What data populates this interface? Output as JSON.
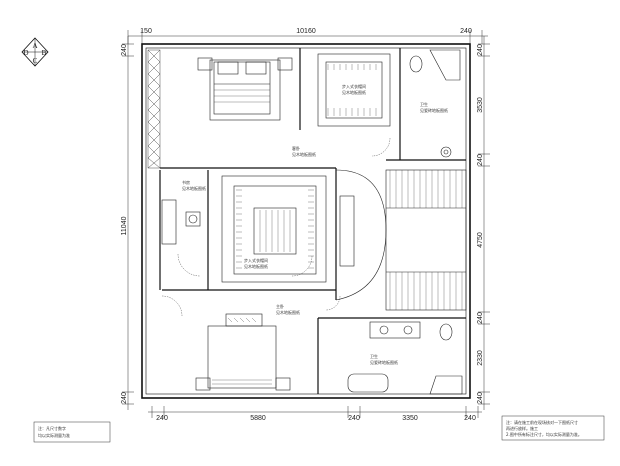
{
  "compass": {
    "top": "A",
    "left": "D",
    "right": "B",
    "bottom": "C"
  },
  "dims": {
    "top": [
      "150",
      "10160",
      "240"
    ],
    "bottom": [
      "240",
      "5880",
      "240",
      "3350",
      "240"
    ],
    "left": [
      "240",
      "11040",
      "240"
    ],
    "right": [
      "240",
      "3530",
      "240",
      "4750",
      "240",
      "2330",
      "240"
    ]
  },
  "rooms": {
    "bedroom1": {
      "name": "客卧",
      "sub": "见木地板图纸"
    },
    "wardrobe1": {
      "name": "步入式衣帽间",
      "sub": "见木地板图纸"
    },
    "bath1": {
      "name": "卫生",
      "sub": "见瓷砖地板图纸"
    },
    "study": {
      "name": "书房",
      "sub": "见木地板图纸"
    },
    "wardrobe2": {
      "name": "步入式衣帽间",
      "sub": "见木地板图纸"
    },
    "master": {
      "name": "主卧",
      "sub": "见木地板图纸"
    },
    "bath2": {
      "name": "卫生",
      "sub": "见瓷砖地板图纸"
    }
  },
  "notes": {
    "left": [
      "注：凡尺寸数字",
      "均以实际测量为准"
    ],
    "right": [
      "注：请在施工前在现场核对一下图纸尺寸",
      "再进行放样。施工",
      "2.图中所有标注尺寸，均以实际测量为准。"
    ]
  }
}
